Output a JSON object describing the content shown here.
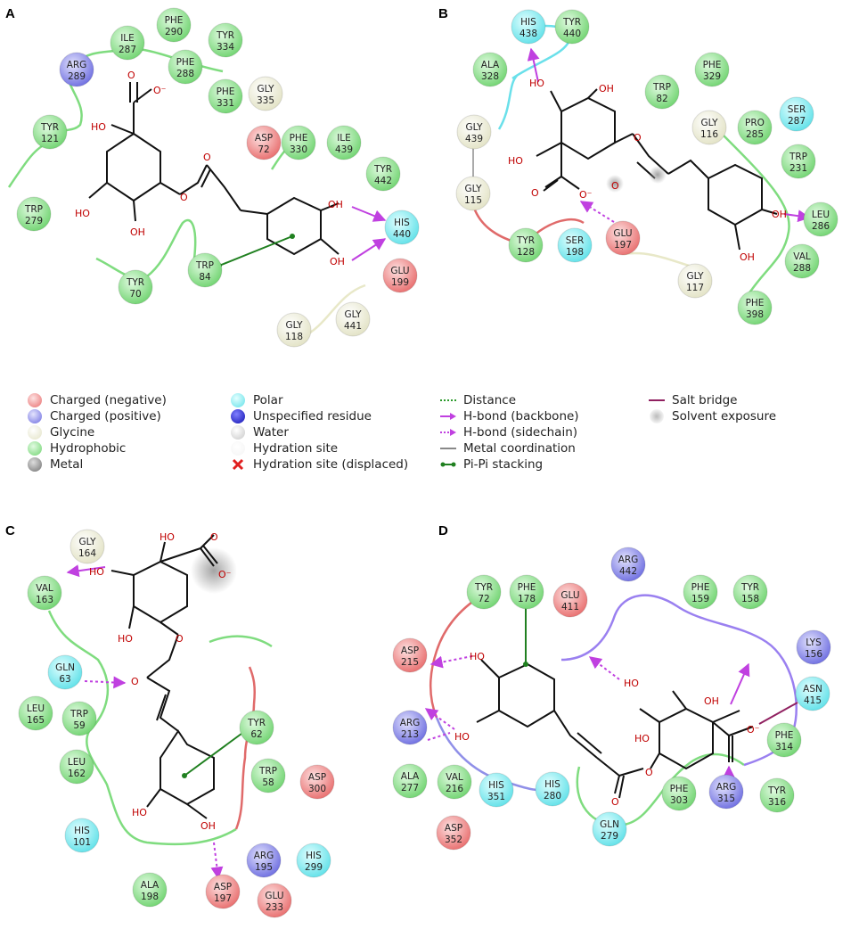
{
  "panels": [
    {
      "letter": "A",
      "residues": [
        {
          "name": "PHE",
          "num": "290",
          "type": "hydrophobic"
        },
        {
          "name": "ILE",
          "num": "287",
          "type": "hydrophobic"
        },
        {
          "name": "ARG",
          "num": "289",
          "type": "positive"
        },
        {
          "name": "TYR",
          "num": "334",
          "type": "hydrophobic"
        },
        {
          "name": "PHE",
          "num": "288",
          "type": "hydrophobic"
        },
        {
          "name": "PHE",
          "num": "331",
          "type": "hydrophobic"
        },
        {
          "name": "GLY",
          "num": "335",
          "type": "glycine"
        },
        {
          "name": "TYR",
          "num": "121",
          "type": "hydrophobic"
        },
        {
          "name": "ASP",
          "num": "72",
          "type": "negative"
        },
        {
          "name": "PHE",
          "num": "330",
          "type": "hydrophobic"
        },
        {
          "name": "ILE",
          "num": "439",
          "type": "hydrophobic"
        },
        {
          "name": "TYR",
          "num": "442",
          "type": "hydrophobic"
        },
        {
          "name": "TRP",
          "num": "279",
          "type": "hydrophobic"
        },
        {
          "name": "HIS",
          "num": "440",
          "type": "polar"
        },
        {
          "name": "GLU",
          "num": "199",
          "type": "negative"
        },
        {
          "name": "TYR",
          "num": "70",
          "type": "hydrophobic"
        },
        {
          "name": "TRP",
          "num": "84",
          "type": "hydrophobic"
        },
        {
          "name": "GLY",
          "num": "118",
          "type": "glycine"
        },
        {
          "name": "GLY",
          "num": "441",
          "type": "glycine"
        }
      ],
      "atoms": [
        "O",
        "O⁻",
        "HO",
        "O",
        "O",
        "HO",
        "OH",
        "OH",
        "OH"
      ]
    },
    {
      "letter": "B",
      "residues": [
        {
          "name": "HIS",
          "num": "438",
          "type": "polar"
        },
        {
          "name": "TYR",
          "num": "440",
          "type": "hydrophobic"
        },
        {
          "name": "ALA",
          "num": "328",
          "type": "hydrophobic"
        },
        {
          "name": "TRP",
          "num": "82",
          "type": "hydrophobic"
        },
        {
          "name": "PHE",
          "num": "329",
          "type": "hydrophobic"
        },
        {
          "name": "GLY",
          "num": "116",
          "type": "glycine"
        },
        {
          "name": "PRO",
          "num": "285",
          "type": "hydrophobic"
        },
        {
          "name": "SER",
          "num": "287",
          "type": "polar"
        },
        {
          "name": "GLY",
          "num": "439",
          "type": "glycine"
        },
        {
          "name": "TRP",
          "num": "231",
          "type": "hydrophobic"
        },
        {
          "name": "GLY",
          "num": "115",
          "type": "glycine"
        },
        {
          "name": "LEU",
          "num": "286",
          "type": "hydrophobic"
        },
        {
          "name": "TYR",
          "num": "128",
          "type": "hydrophobic"
        },
        {
          "name": "SER",
          "num": "198",
          "type": "polar"
        },
        {
          "name": "GLU",
          "num": "197",
          "type": "negative"
        },
        {
          "name": "GLY",
          "num": "117",
          "type": "glycine"
        },
        {
          "name": "VAL",
          "num": "288",
          "type": "hydrophobic"
        },
        {
          "name": "PHE",
          "num": "398",
          "type": "hydrophobic"
        }
      ],
      "atoms": [
        "HO",
        "OH",
        "HO",
        "O",
        "O",
        "O⁻",
        "O",
        "OH",
        "OH"
      ]
    },
    {
      "letter": "C",
      "residues": [
        {
          "name": "GLY",
          "num": "164",
          "type": "glycine"
        },
        {
          "name": "VAL",
          "num": "163",
          "type": "hydrophobic"
        },
        {
          "name": "GLN",
          "num": "63",
          "type": "polar"
        },
        {
          "name": "LEU",
          "num": "165",
          "type": "hydrophobic"
        },
        {
          "name": "TRP",
          "num": "59",
          "type": "hydrophobic"
        },
        {
          "name": "TYR",
          "num": "62",
          "type": "hydrophobic"
        },
        {
          "name": "LEU",
          "num": "162",
          "type": "hydrophobic"
        },
        {
          "name": "TRP",
          "num": "58",
          "type": "hydrophobic"
        },
        {
          "name": "ASP",
          "num": "300",
          "type": "negative"
        },
        {
          "name": "HIS",
          "num": "101",
          "type": "polar"
        },
        {
          "name": "ARG",
          "num": "195",
          "type": "positive"
        },
        {
          "name": "HIS",
          "num": "299",
          "type": "polar"
        },
        {
          "name": "ALA",
          "num": "198",
          "type": "hydrophobic"
        },
        {
          "name": "ASP",
          "num": "197",
          "type": "negative"
        },
        {
          "name": "GLU",
          "num": "233",
          "type": "negative"
        }
      ],
      "atoms": [
        "HO",
        "O",
        "O⁻",
        "HO",
        "HO",
        "O",
        "O",
        "HO",
        "OH"
      ]
    },
    {
      "letter": "D",
      "residues": [
        {
          "name": "TYR",
          "num": "72",
          "type": "hydrophobic"
        },
        {
          "name": "PHE",
          "num": "178",
          "type": "hydrophobic"
        },
        {
          "name": "GLU",
          "num": "411",
          "type": "negative"
        },
        {
          "name": "ARG",
          "num": "442",
          "type": "positive"
        },
        {
          "name": "PHE",
          "num": "159",
          "type": "hydrophobic"
        },
        {
          "name": "TYR",
          "num": "158",
          "type": "hydrophobic"
        },
        {
          "name": "LYS",
          "num": "156",
          "type": "positive"
        },
        {
          "name": "ASP",
          "num": "215",
          "type": "negative"
        },
        {
          "name": "ASN",
          "num": "415",
          "type": "polar"
        },
        {
          "name": "ARG",
          "num": "213",
          "type": "positive"
        },
        {
          "name": "PHE",
          "num": "314",
          "type": "hydrophobic"
        },
        {
          "name": "ALA",
          "num": "277",
          "type": "hydrophobic"
        },
        {
          "name": "VAL",
          "num": "216",
          "type": "hydrophobic"
        },
        {
          "name": "HIS",
          "num": "351",
          "type": "polar"
        },
        {
          "name": "HIS",
          "num": "280",
          "type": "polar"
        },
        {
          "name": "ARG",
          "num": "315",
          "type": "positive"
        },
        {
          "name": "TYR",
          "num": "316",
          "type": "hydrophobic"
        },
        {
          "name": "ASP",
          "num": "352",
          "type": "negative"
        },
        {
          "name": "PHE",
          "num": "303",
          "type": "hydrophobic"
        },
        {
          "name": "GLN",
          "num": "279",
          "type": "polar"
        }
      ],
      "atoms": [
        "HO",
        "HO",
        "HO",
        "OH",
        "O⁻",
        "HO",
        "O",
        "O"
      ]
    }
  ],
  "legend": {
    "items": [
      {
        "label": "Charged (negative)",
        "mark": "negative"
      },
      {
        "label": "Charged (positive)",
        "mark": "positive"
      },
      {
        "label": "Glycine",
        "mark": "glycine"
      },
      {
        "label": "Hydrophobic",
        "mark": "hydrophobic"
      },
      {
        "label": "Metal",
        "mark": "metal"
      },
      {
        "label": "Polar",
        "mark": "polar"
      },
      {
        "label": "Unspecified residue",
        "mark": "unspecified"
      },
      {
        "label": "Water",
        "mark": "water"
      },
      {
        "label": "Hydration site",
        "mark": "hydration"
      },
      {
        "label": "Hydration site (displaced)",
        "mark": "displaced"
      },
      {
        "label": "Distance",
        "mark": "distance"
      },
      {
        "label": "H-bond (backbone)",
        "mark": "hbond-backbone"
      },
      {
        "label": "H-bond (sidechain)",
        "mark": "hbond-sidechain"
      },
      {
        "label": "Metal coordination",
        "mark": "metal-coord"
      },
      {
        "label": "Pi-Pi stacking",
        "mark": "pipi"
      },
      {
        "label": "Salt bridge",
        "mark": "salt-bridge"
      },
      {
        "label": "Solvent exposure",
        "mark": "solvent"
      }
    ]
  },
  "colors": {
    "negative": "#f08a8a",
    "positive": "#8a8af0",
    "glycine": "#f0f0dc",
    "hydrophobic": "#8ee08e",
    "polar": "#8ef0f0",
    "metal": "#888888",
    "unspecified": "#2020c8",
    "water": "#d8d8d8",
    "hbond": "#c040e0",
    "pipi": "#208020",
    "salt": "#902060"
  }
}
